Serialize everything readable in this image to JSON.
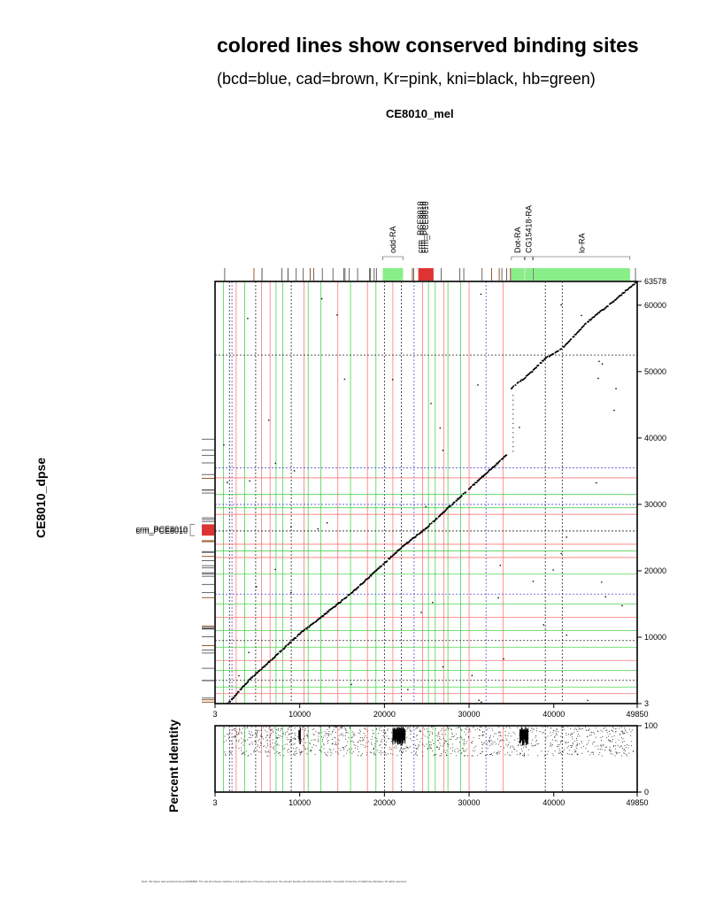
{
  "page": {
    "title": "colored lines show conserved binding sites",
    "subtitle": "(bcd=blue, cad=brown, Kr=pink, kni=black, hb=green)",
    "footer": "Note: this figure was produced using MUMMER. The dot plot shows matches in the alignment of the two sequences; the percent identity plot shows local similarity. Copyright University of California, Berkeley. All rights reserved."
  },
  "colors": {
    "bcd": "#3333cc",
    "cad": "#8b4513",
    "Kr": "#ff6060",
    "kni": "#000000",
    "hb": "#33cc33",
    "gene_box": "#88ee88",
    "crm_box": "#dd3333"
  },
  "chart_data": [
    {
      "type": "scatter",
      "xlabel": "CE8010_mel",
      "ylabel": "CE8010_dpse",
      "xlim": [
        3,
        49850
      ],
      "ylim": [
        3,
        63578
      ],
      "x_ticks": [
        {
          "value": 3,
          "label": "3"
        },
        {
          "value": 10000,
          "label": "10000"
        },
        {
          "value": 20000,
          "label": "20000"
        },
        {
          "value": 30000,
          "label": "30000"
        },
        {
          "value": 40000,
          "label": "40000"
        },
        {
          "value": 49850,
          "label": "49850"
        }
      ],
      "y_ticks": [
        {
          "value": 3,
          "label": "3"
        },
        {
          "value": 10000,
          "label": "10000"
        },
        {
          "value": 20000,
          "label": "20000"
        },
        {
          "value": 30000,
          "label": "30000"
        },
        {
          "value": 40000,
          "label": "40000"
        },
        {
          "value": 50000,
          "label": "50000"
        },
        {
          "value": 60000,
          "label": "60000"
        },
        {
          "value": 63578,
          "label": "63578"
        }
      ],
      "alignment_path": [
        [
          1500,
          3
        ],
        [
          4000,
          3500
        ],
        [
          7000,
          7000
        ],
        [
          10000,
          10500
        ],
        [
          13000,
          13500
        ],
        [
          16000,
          16500
        ],
        [
          19000,
          20000
        ],
        [
          22000,
          23500
        ],
        [
          25000,
          26500
        ],
        [
          28000,
          30000
        ],
        [
          31000,
          33500
        ],
        [
          34500,
          37500
        ]
      ],
      "alignment_path_2": [
        [
          35000,
          47500
        ],
        [
          37000,
          49500
        ],
        [
          39000,
          52000
        ],
        [
          41000,
          53500
        ],
        [
          44000,
          57500
        ],
        [
          46500,
          60000
        ],
        [
          49850,
          63578
        ]
      ],
      "gene_annotations_x": [
        {
          "label": "odd-RA",
          "start": 19800,
          "end": 22200
        },
        {
          "label": "Dot-RA",
          "start": 35000,
          "end": 36500
        },
        {
          "label": "CG15418-RA",
          "start": 36600,
          "end": 37500
        },
        {
          "label": "lo-RA",
          "start": 37600,
          "end": 49000
        }
      ],
      "crm_annotations_x": [
        {
          "label": "crm_PCE8010",
          "start": 24000,
          "end": 25800
        }
      ],
      "crm_annotations_y": [
        {
          "label": "crm_PCE8010",
          "start": 25300,
          "end": 27000
        }
      ],
      "kni_lines_x": [
        1700,
        4800,
        9000,
        20000,
        22000,
        39000,
        41000
      ],
      "bcd_lines_x": [
        2000,
        23500,
        32000
      ],
      "Kr_lines_x": [
        2500,
        5500,
        6500,
        10500,
        14500,
        18000,
        21000,
        24500,
        27000,
        30000,
        34000
      ],
      "hb_lines_x": [
        1000,
        3500,
        7200,
        8000,
        11000,
        12500,
        16000,
        19000,
        25200,
        26000,
        27500,
        29000
      ],
      "kni_lines_y": [
        3500,
        9500,
        26000,
        52500
      ],
      "bcd_lines_y": [
        35500,
        30000,
        16500
      ],
      "Kr_lines_y": [
        1500,
        6500,
        13000,
        22000,
        34000,
        28500,
        24000
      ],
      "hb_lines_y": [
        2500,
        5000,
        8500,
        11000,
        15000,
        19500,
        23000,
        29500,
        31500
      ]
    },
    {
      "type": "scatter",
      "ylabel": "Percent Identity",
      "xlim": [
        3,
        49850
      ],
      "ylim": [
        0,
        100
      ],
      "x_ticks": [
        {
          "value": 3,
          "label": "3"
        },
        {
          "value": 10000,
          "label": "10000"
        },
        {
          "value": 20000,
          "label": "20000"
        },
        {
          "value": 30000,
          "label": "30000"
        },
        {
          "value": 40000,
          "label": "40000"
        },
        {
          "value": 49850,
          "label": "49850"
        }
      ],
      "y_ticks": [
        {
          "value": 0,
          "label": "0"
        },
        {
          "value": 100,
          "label": "100"
        }
      ]
    }
  ]
}
